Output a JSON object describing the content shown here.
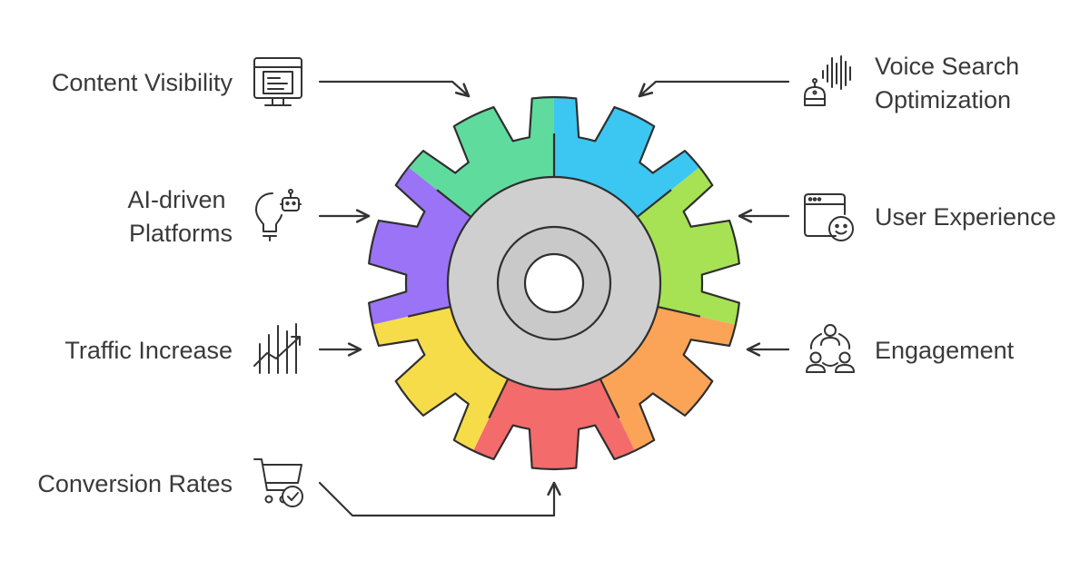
{
  "diagram": {
    "segments": [
      {
        "id": "content-visibility",
        "color": "#5fdc9d"
      },
      {
        "id": "voice-search-optimization",
        "color": "#3cc6f2"
      },
      {
        "id": "user-experience",
        "color": "#a6e254"
      },
      {
        "id": "engagement",
        "color": "#fba457"
      },
      {
        "id": "conversion-rates",
        "color": "#f46b6b"
      },
      {
        "id": "traffic-increase",
        "color": "#f7dc4a"
      },
      {
        "id": "ai-driven-platforms",
        "color": "#9b73f6"
      }
    ],
    "hub_color": "#cfcfcf",
    "labels": {
      "content_visibility": "Content Visibility",
      "voice_search": [
        "Voice Search",
        "Optimization"
      ],
      "ai_driven": [
        "AI-driven",
        "Platforms"
      ],
      "user_experience": "User Experience",
      "traffic_increase": "Traffic Increase",
      "engagement": "Engagement",
      "conversion_rates": "Conversion Rates"
    },
    "icons": {
      "content_visibility": "monitor-webpage-icon",
      "voice_search": "voice-assistant-icon",
      "ai_driven": "lightbulb-robot-icon",
      "user_experience": "browser-smiley-icon",
      "traffic_increase": "growth-chart-icon",
      "engagement": "people-network-icon",
      "conversion_rates": "cart-check-icon"
    }
  }
}
